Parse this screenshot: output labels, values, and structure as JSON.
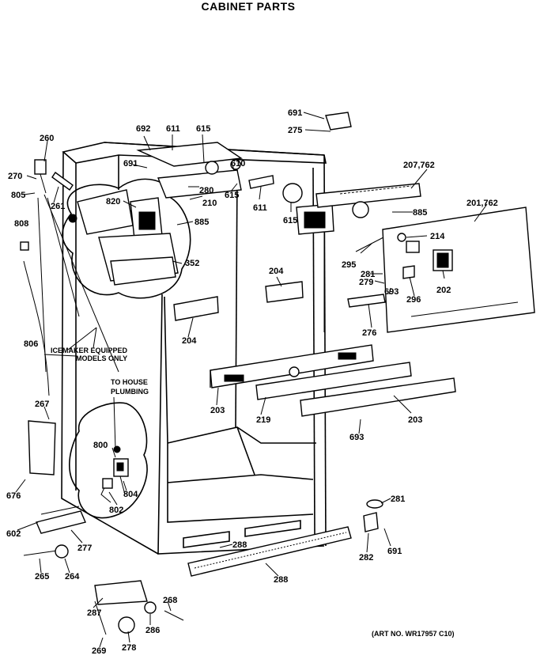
{
  "title": "CABINET PARTS",
  "header_fragment": "",
  "art_number": "(ART NO. WR17957 C10)",
  "notes": {
    "icemaker_line1": "ICEMAKER EQUIPPED",
    "icemaker_line2": "MODELS ONLY",
    "plumbing_line1": "TO HOUSE",
    "plumbing_line2": "PLUMBING"
  },
  "callouts": [
    "691",
    "275",
    "692",
    "611",
    "615",
    "691",
    "610",
    "280",
    "615",
    "611",
    "615",
    "210",
    "207,762",
    "885",
    "820",
    "885",
    "201,762",
    "214",
    "352",
    "295",
    "281",
    "279",
    "693",
    "296",
    "202",
    "204",
    "276",
    "204",
    "260",
    "270",
    "805",
    "261",
    "808",
    "806",
    "203",
    "219",
    "203",
    "693",
    "267",
    "800",
    "804",
    "802",
    "676",
    "281",
    "602",
    "277",
    "288",
    "282",
    "691",
    "265",
    "264",
    "288",
    "287",
    "268",
    "286",
    "278",
    "269"
  ]
}
